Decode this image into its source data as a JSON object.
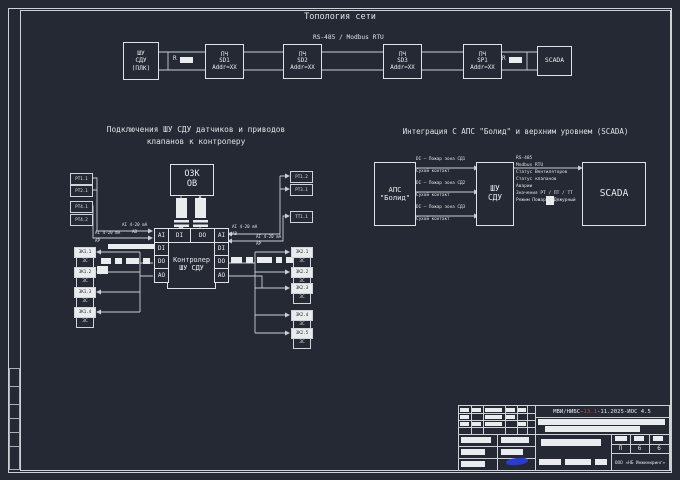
{
  "topology": {
    "title": "Топология сети",
    "bus_label": "RS-485 / Modbus RTU",
    "terminator_label": "R",
    "nodes": [
      {
        "l1": "ШУ",
        "l2": "СДУ",
        "l3": "(ПЛК)"
      },
      {
        "l1": "ПЧ",
        "l2": "SD1",
        "l3": "Addr=XX"
      },
      {
        "l1": "ПЧ",
        "l2": "SD2",
        "l3": "Addr=XX"
      },
      {
        "l1": "ПЧ",
        "l2": "SD3",
        "l3": "Addr=XX"
      },
      {
        "l1": "ПЧ",
        "l2": "SP1",
        "l3": "Addr=XX"
      },
      {
        "l1": "SCADA"
      }
    ]
  },
  "wiring": {
    "title_line1": "Подключения ШУ СДУ датчиков и приводов",
    "title_line2": "клапанов к контролеру",
    "ozk": {
      "l1": "ОЗК",
      "l2": "ОВ"
    },
    "controller": {
      "l1": "Контролер",
      "l2": "ШУ СДУ",
      "ports_top": [
        "AI",
        "DI",
        "DO",
        "AI"
      ],
      "ports_left": [
        "DI",
        "DO",
        "AO"
      ],
      "ports_right": [
        "DI",
        "DO",
        "AO"
      ]
    },
    "wire_labels": {
      "left_ai1": "AI 4-20 mA",
      "left_ab": "АВ",
      "left_ai2": "AI 4-20 mA",
      "left_ar": "АР",
      "right_ai1": "AI 4-20 mA",
      "right_ab": "АВ",
      "right_ai2": "AI 4-20 mA",
      "right_ar": "АР"
    },
    "left_sensors": [
      "РТ1.1",
      "РТ2.1",
      "РТ4.1",
      "РТ4.2"
    ],
    "right_sensors": [
      "РТ1.2",
      "РТ3.1",
      "ТТ1.1"
    ],
    "valve_sub_label": "ЗС",
    "left_valves": [
      "ЗК1.1",
      "ЗК1.2",
      "ЗК1.3",
      "ЗК1.4"
    ],
    "right_valves": [
      "ЗК2.1",
      "ЗК2.2",
      "ЗК2.3",
      "ЗК2.4",
      "ЗК2.5"
    ]
  },
  "integration": {
    "title": "Интеграция С АПС \"Болид\" и верхним уровнем (SCADA)",
    "aps": {
      "l1": "АПС",
      "l2": "\"Болид\""
    },
    "shu": {
      "l1": "ШУ",
      "l2": "СДУ"
    },
    "scada": "SCADA",
    "links": [
      {
        "signal": "DI — Пожар зона СД1",
        "type": "Сухой контакт"
      },
      {
        "signal": "DI — Пожар зона СД2",
        "type": "Сухой контакт"
      },
      {
        "signal": "DI — Пожар зона СД3",
        "type": "Сухой контакт"
      }
    ],
    "scada_link_lines": [
      "RS-485",
      "Modbus RTU",
      "Статус Вентиляторов",
      "Статус клапанов",
      "Аварии",
      "Значения РТ / ПТ / ТТ",
      "Режим Пожар / Дежурный"
    ]
  },
  "titleblock": {
    "doc_prefix": "МВИ/НИБС-",
    "doc_middle": "13.1",
    "doc_suffix": "-11.2025-ИОС 4.5",
    "stage": "П",
    "sheet": "6",
    "sheets": "6",
    "company": "ООО «НБ Инжиниринг»"
  },
  "colors": {
    "background": "#242933",
    "line": "#cdd2d6",
    "text": "#e8ebee",
    "redaction_white": "#e9ecee",
    "doc_number_red": "#b05049",
    "signature_blue": "#2a3bd0"
  }
}
